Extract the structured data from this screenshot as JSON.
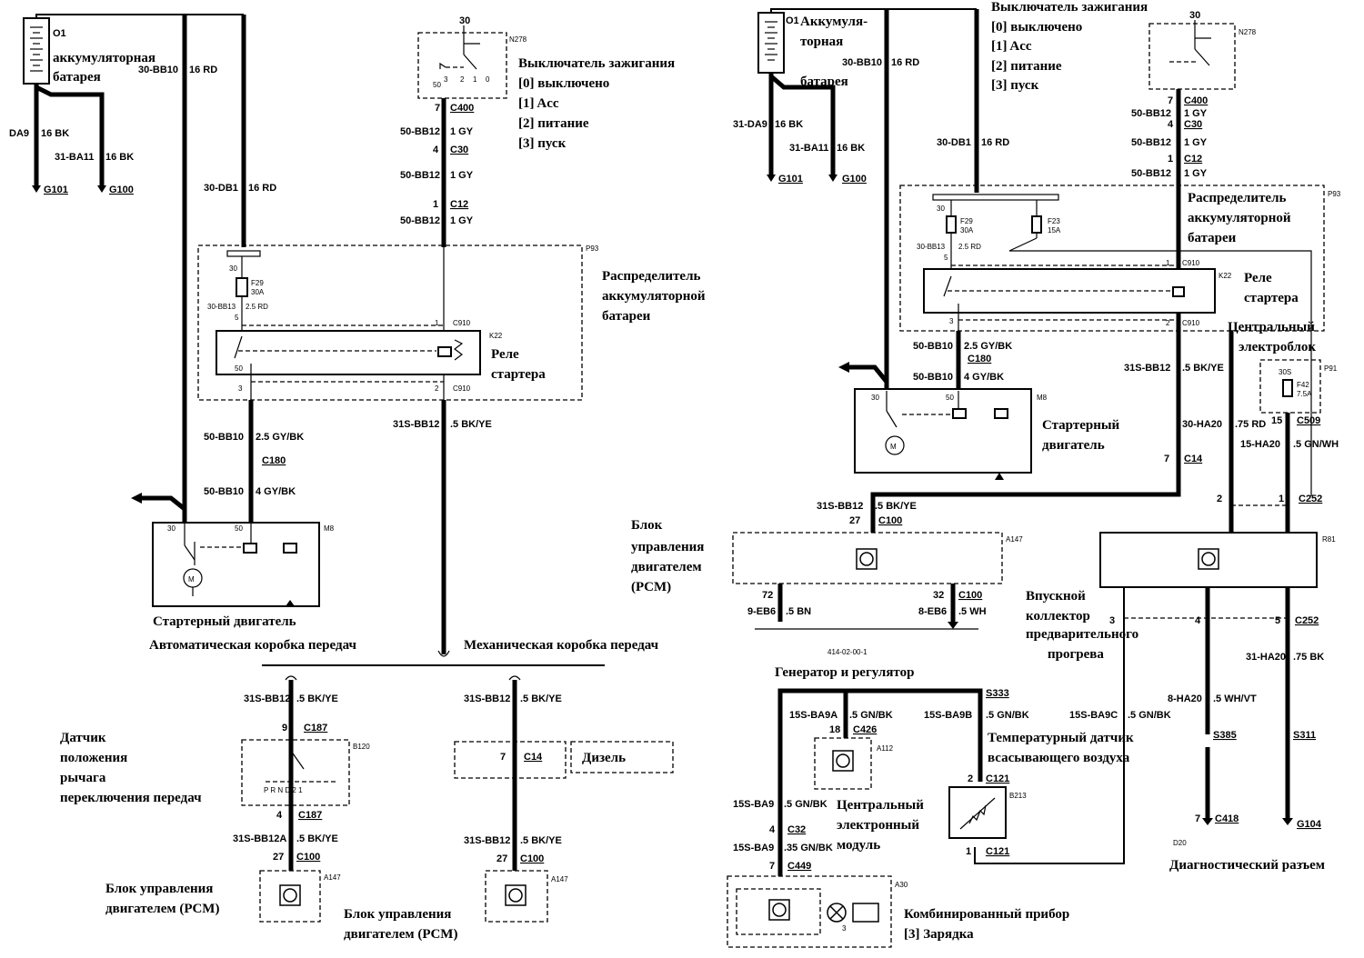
{
  "left": {
    "O1": {
      "ref": "O1",
      "label1": "аккумуляторная",
      "label2": "батарея"
    },
    "battery_wires": {
      "w1": "30-BB10",
      "w1s": "16 RD",
      "w2": "DA9",
      "w2s": "16 BK",
      "w3": "31-BA11",
      "w3s": "16 BK",
      "g1": "G101",
      "g2": "G100"
    },
    "starter_feed": {
      "name": "30-DB1",
      "spec": "16 RD"
    },
    "N278": {
      "ref": "N278",
      "pin": "30",
      "p50": "50",
      "p3": "3",
      "p2": "2",
      "p1": "1",
      "p0": "0"
    },
    "ignition": {
      "title": "Выключатель зажигания",
      "s0": "[0] выключено",
      "s1": "[1] Acc",
      "s2": "[2] питание",
      "s3": "[3] пуск"
    },
    "ign_wires": {
      "c400p": "7",
      "c400": "C400",
      "w1": "50-BB12",
      "w1s": "1 GY",
      "c30p": "4",
      "c30": "C30",
      "w2": "50-BB12",
      "w2s": "1 GY",
      "c12p": "1",
      "c12": "C12",
      "w3": "50-BB12",
      "w3s": "1 GY"
    },
    "P93": {
      "ref": "P93",
      "l1": "Распределитель",
      "l2": "аккумуляторной",
      "l3": "батареи",
      "pin30": "30",
      "fuse": "F29",
      "famp": "30A",
      "wire": "30-BB13",
      "wspec": "2.5 RD",
      "p5": "5",
      "p1": "1",
      "c910a": "C910",
      "p3": "3",
      "p2": "2",
      "c910b": "C910"
    },
    "K22": {
      "ref": "K22",
      "l1": "Реле",
      "l2": "стартера",
      "p50": "50"
    },
    "starter_wires": {
      "w1": "50-BB10",
      "w1s": "2.5 GY/BK",
      "c180": "C180",
      "w2": "50-BB10",
      "w2s": "4 GY/BK",
      "w3": "31S-BB12",
      "w3s": ".5 BK/YE"
    },
    "M8": {
      "ref": "M8",
      "p30": "30",
      "p50": "50",
      "motor": "M",
      "label": "Стартерный двигатель"
    },
    "trans": {
      "auto": "Автоматическая коробка передач",
      "manual": "Механическая коробка передач"
    },
    "auto_branch": {
      "w1": "31S-BB12",
      "w1s": ".5 BK/YE",
      "c187p": "9",
      "c187": "C187",
      "B120": "B120",
      "l1": "Датчик",
      "l2": "положения",
      "l3": "рычага",
      "l4": "переключения передач",
      "gear": "P R N D 2 1",
      "c187p2": "4",
      "c187b": "C187",
      "w2": "31S-BB12A",
      "w2s": ".5 BK/YE",
      "c100p": "27",
      "c100": "C100",
      "A147": "A147",
      "pcm1": "Блок управления",
      "pcm2": "двигателем (PCM)"
    },
    "man_branch": {
      "w1": "31S-BB12",
      "w1s": ".5 BK/YE",
      "c14p": "7",
      "c14": "C14",
      "diesel": "Дизель",
      "w2": "31S-BB12",
      "w2s": ".5 BK/YE",
      "c100p": "27",
      "c100": "C100",
      "A147": "A147",
      "pcm1": "Блок управления",
      "pcm2": "двигателем (PCM)"
    }
  },
  "right": {
    "O1": {
      "ref": "O1",
      "l1": "Аккумуля-",
      "l2": "торная",
      "l3": "батарея"
    },
    "battery_wires": {
      "w1": "30-BB10",
      "w1s": "16 RD",
      "w2": "31-DA9",
      "w2s": "16 BK",
      "w3": "31-BA11",
      "w3s": "16 BK",
      "g1": "G101",
      "g2": "G100",
      "w4": "30-DB1",
      "w4s": "16 RD"
    },
    "ignition": {
      "title": "Выключатель зажигания",
      "s0": "[0] выключено",
      "s1": "[1] Acc",
      "s2": "[2] питание",
      "s3": "[3] пуск"
    },
    "N278": {
      "ref": "N278",
      "pin": "30"
    },
    "ign_wires": {
      "c400p": "7",
      "c400": "C400",
      "w1": "50-BB12",
      "w1s": "1 GY",
      "c30p": "4",
      "c30": "C30",
      "w2": "50-BB12",
      "w2s": "1 GY",
      "c12p": "1",
      "c12": "C12",
      "w3": "50-BB12",
      "w3s": "1 GY"
    },
    "P93": {
      "ref": "P93",
      "l1": "Распределитель",
      "l2": "аккумуляторной",
      "l3": "батареи",
      "p30": "30",
      "f29": "F29",
      "f29a": "30A",
      "wire": "30-BB13",
      "wspec": "2.5 RD",
      "f23": "F23",
      "f23a": "15A",
      "p5": "5",
      "p1": "1",
      "c910": "C910",
      "p3": "3",
      "p2": "2",
      "c910b": "C910"
    },
    "K22": {
      "ref": "K22",
      "l1": "Реле",
      "l2": "стартера"
    },
    "starter_wires": {
      "w1": "50-BB10",
      "w1s": "2.5 GY/BK",
      "c180": "C180",
      "w2": "50-BB10",
      "w2s": "4 GY/BK"
    },
    "M8": {
      "ref": "M8",
      "p30": "30",
      "p50": "50",
      "motor": "M",
      "l1": "Стартерный",
      "l2": "двигатель"
    },
    "cebl": {
      "l1": "Центральный",
      "l2": "электроблок",
      "ref": "P91",
      "p30s": "30S",
      "fuse": "F42",
      "famp": "7.5A",
      "c509p": "15",
      "c509": "C509"
    },
    "mid_wires": {
      "w1": "31S-BB12",
      "w1s": ".5 BK/YE",
      "w2": "30-HA20",
      "w2s": ".75 RD",
      "w3": "15-HA20",
      "w3s": ".5 GN/WH",
      "c14p": "7",
      "c14": "C14",
      "c252p1": "2",
      "c252p2": "1",
      "c252": "C252"
    },
    "pcm": {
      "w": "31S-BB12",
      "ws": ".5 BK/YE",
      "c100p": "27",
      "c100": "C100",
      "ref": "A147",
      "l1": "Блок",
      "l2": "управления",
      "l3": "двигателем",
      "l4": "(PCM)",
      "p72": "72",
      "w9": "9-EB6",
      "w9s": ".5 BN",
      "p32": "32",
      "c100b": "C100",
      "w8": "8-EB6",
      "w8s": ".5 WH",
      "code": "414-02-00-1",
      "gen": "Генератор и регулятор"
    },
    "R81": {
      "ref": "R81",
      "inlet1": "Впускной",
      "inlet2": "коллектор",
      "inlet3": "предварительного",
      "inlet4": "прогрева",
      "p3": "3",
      "p4": "4",
      "p5": "5",
      "c252": "C252",
      "w31": "31-HA20",
      "w31s": ".75 BK",
      "w8": "8-HA20",
      "w8s": ".5 WH/VT",
      "s385": "S385",
      "s311": "S311",
      "c418p": "7",
      "c418": "C418",
      "g104": "G104",
      "d20": "D20",
      "diag": "Диагностический разъем"
    },
    "lower": {
      "s333": "S333",
      "w1": "15S-BA9A",
      "w1s": ".5 GN/BK",
      "c426p": "18",
      "c426": "C426",
      "A112": "A112",
      "w2": "15S-BA9B",
      "w2s": ".5 GN/BK",
      "w3": "15S-BA9C",
      "w3s": ".5 GN/BK",
      "temp1": "Температурный датчик",
      "temp2": "всасывающего воздуха",
      "c121p": "2",
      "c121": "C121",
      "B213": "B213",
      "c121p2": "1",
      "c121b": "C121",
      "cem1": "Центральный",
      "cem2": "электронный",
      "cem3": "модуль",
      "w4": "15S-BA9",
      "w4s": ".5 GN/BK",
      "c32p": "4",
      "c32": "C32",
      "w5": "15S-BA9",
      "w5s": ".35 GN/BK",
      "c449p": "7",
      "c449": "C449",
      "A30": "A30",
      "p3": "3",
      "cluster": "Комбинированный прибор",
      "charge": "[3] Зарядка"
    }
  }
}
